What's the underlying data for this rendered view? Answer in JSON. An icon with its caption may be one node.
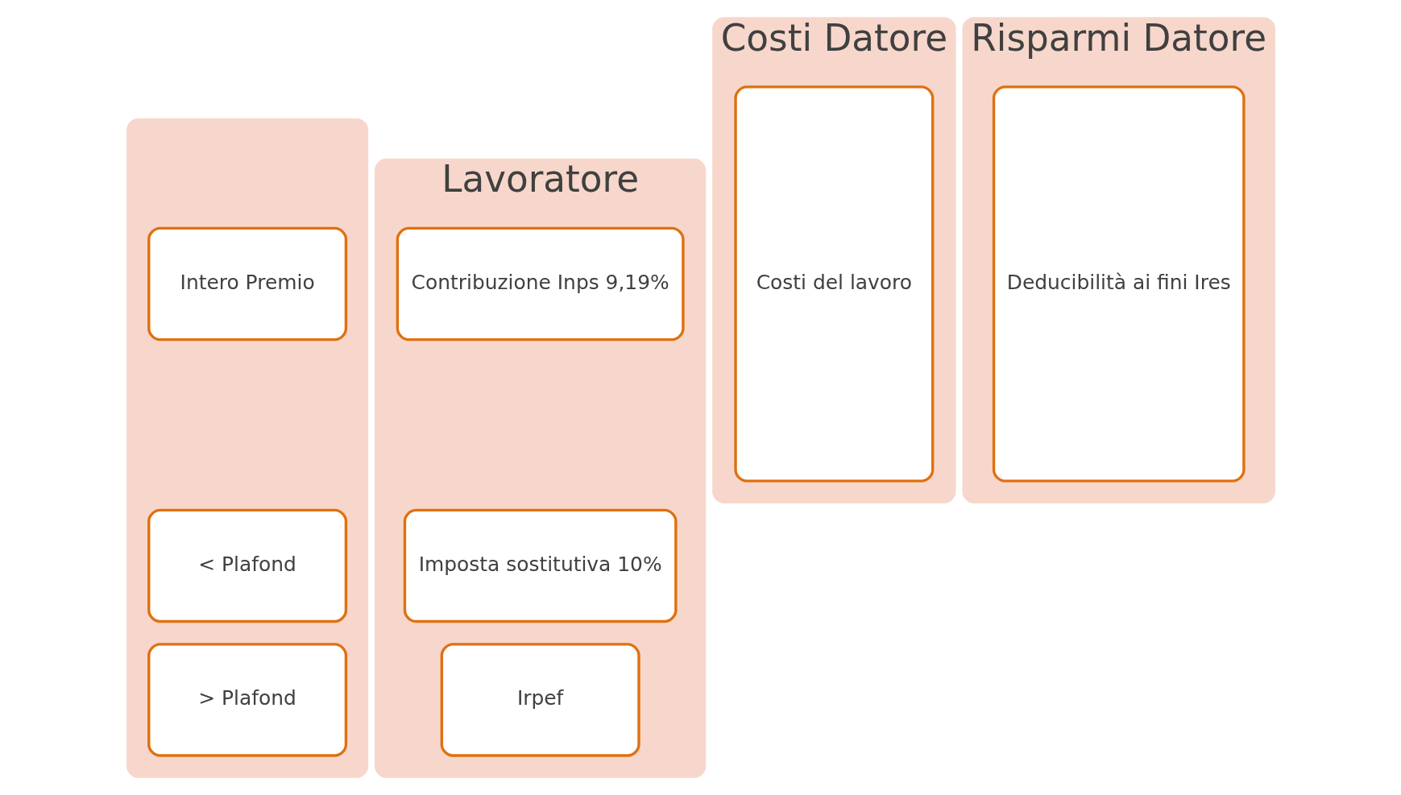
{
  "diagram": {
    "nodes": [
      {
        "text": [],
        "shape": "box"
      },
      {
        "text": [
          "Intero Premio"
        ],
        "in": 0
      },
      {
        "text": [
          "< Plafond"
        ],
        "in": 0
      },
      {
        "text": [
          "> Plafond"
        ],
        "in": 0
      },
      {
        "text": [
          "Lavoratore"
        ]
      },
      {
        "text": [
          "Contribuzione Inps 9,19%"
        ],
        "in": 4
      },
      {
        "text": [
          "Imposta sostitutiva 10%"
        ],
        "in": 4
      },
      {
        "text": [
          "Irpef"
        ],
        "in": 4
      },
      {
        "text": [
          "Costi Datore"
        ]
      },
      {
        "text": [
          "Costi del lavoro"
        ],
        "in": 8
      },
      {
        "text": [
          "Risparmi Datore"
        ]
      },
      {
        "text": [
          "Deducibilità ai fini Ires"
        ],
        "in": 10
      }
    ],
    "edges": []
  }
}
